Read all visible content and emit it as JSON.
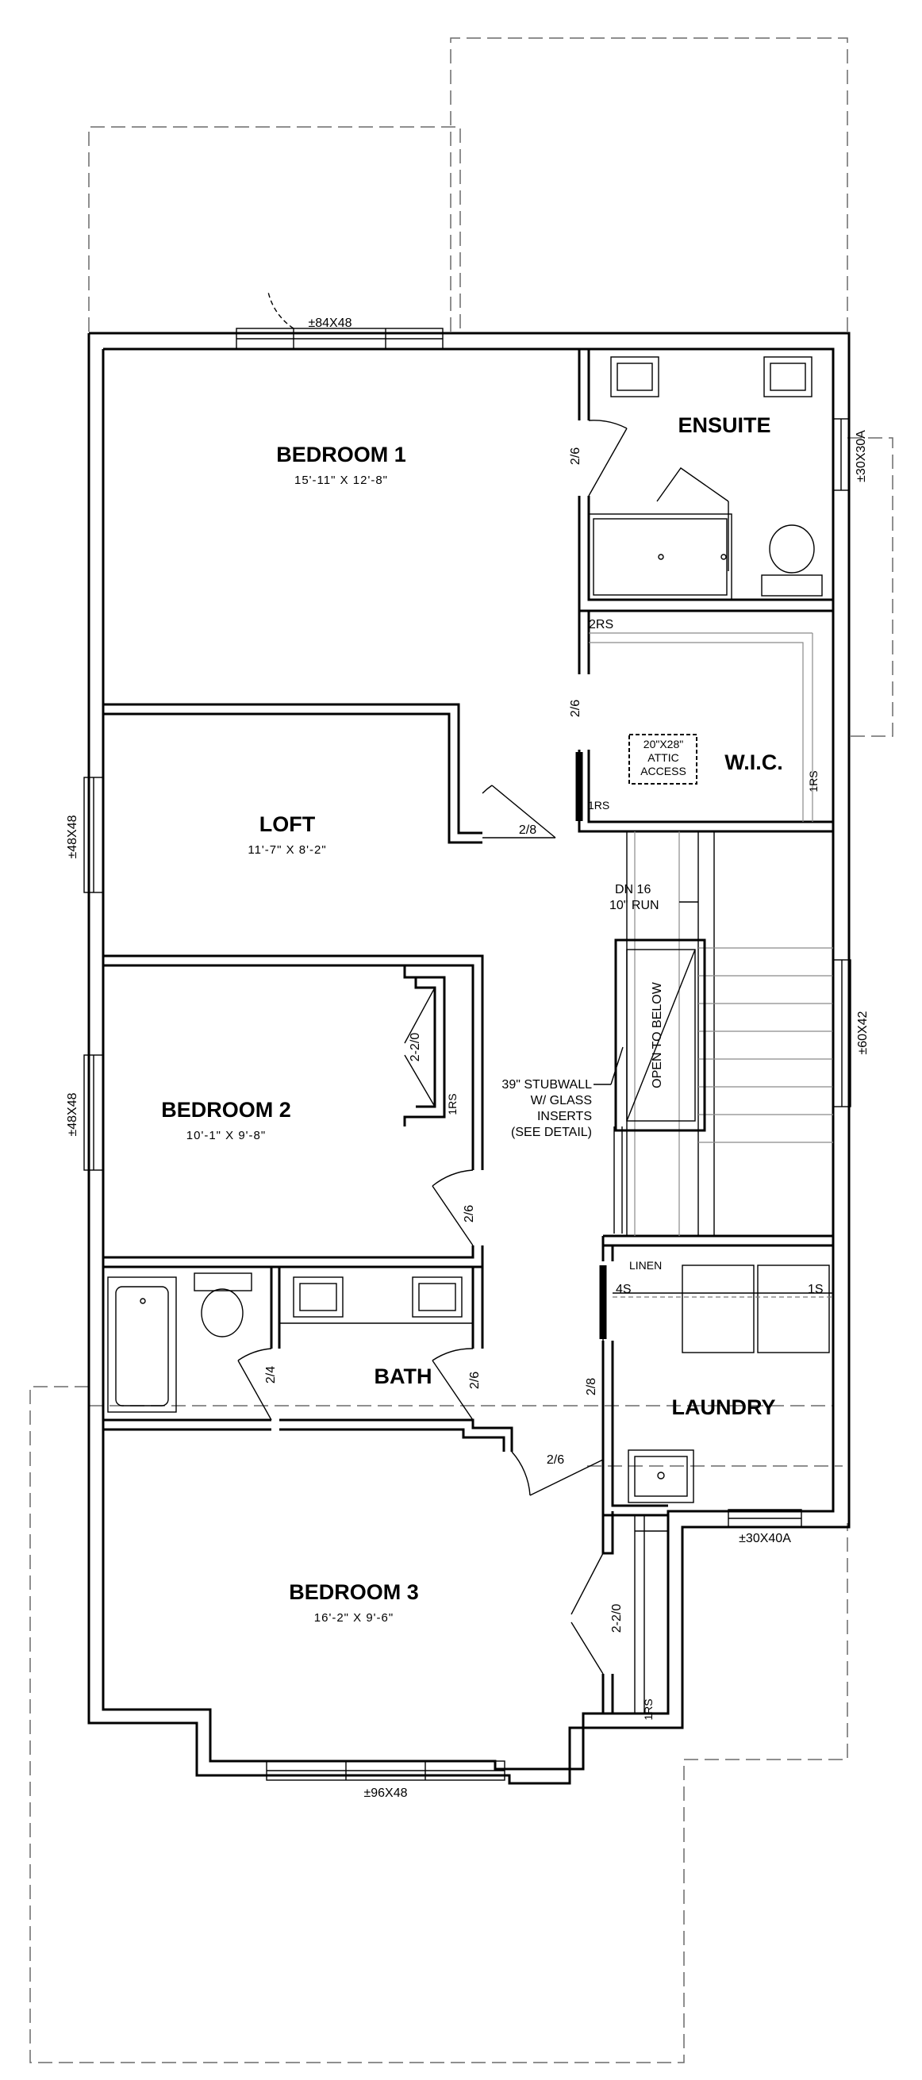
{
  "rooms": {
    "bedroom1": {
      "name": "BEDROOM 1",
      "dims": "15'-11\" X 12'-8\""
    },
    "ensuite": {
      "name": "ENSUITE"
    },
    "wic": {
      "name": "W.I.C."
    },
    "loft": {
      "name": "LOFT",
      "dims": "11'-7\" X 8'-2\""
    },
    "bedroom2": {
      "name": "BEDROOM 2",
      "dims": "10'-1\" X 9'-8\""
    },
    "bath": {
      "name": "BATH"
    },
    "laundry": {
      "name": "LAUNDRY"
    },
    "bedroom3": {
      "name": "BEDROOM 3",
      "dims": "16'-2\" X 9'-6\""
    }
  },
  "windows": {
    "top": "±84X48",
    "ensuite": "±30X30A",
    "loft": "±48X48",
    "bedroom2": "±48X48",
    "stair": "±60X42",
    "laundry": "±30X40A",
    "bedroom3": "±96X48"
  },
  "doors": {
    "ensuite": "2/6",
    "wic": "2/6",
    "bedroom1": "2/8",
    "bed2_closet": "2-2/0",
    "bedroom2": "2/6",
    "bath_tub": "2/4",
    "bath": "2/6",
    "laundry": "2/8",
    "hall_closet": "2/6",
    "bed3_closet": "2-2/0"
  },
  "notes": {
    "attic": [
      "20\"X28\"",
      "ATTIC",
      "ACCESS"
    ],
    "stair": [
      "DN 16",
      "10\" RUN"
    ],
    "open_below": "OPEN TO BELOW",
    "stubwall": [
      "39\" STUBWALL",
      "W/ GLASS",
      "INSERTS",
      "(SEE DETAIL)"
    ],
    "linen": "LINEN",
    "rs_2": "2RS",
    "rs_1": "1RS",
    "shelf_4": "4S",
    "shelf_1": "1S"
  }
}
